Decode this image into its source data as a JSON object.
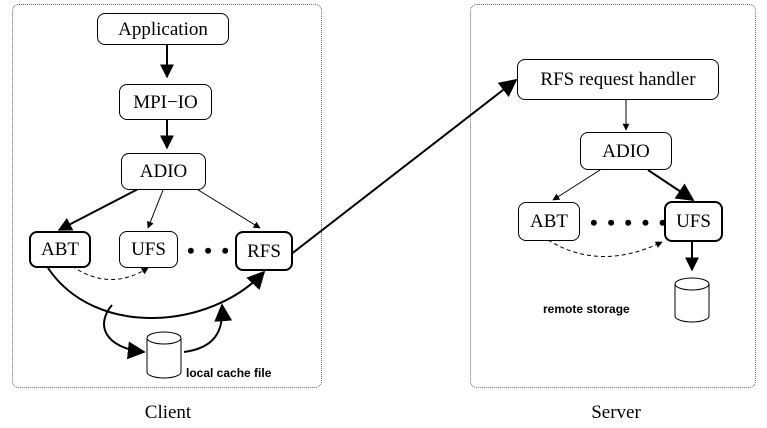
{
  "client": {
    "caption": "Client",
    "application": "Application",
    "mpi_io": "MPI−IO",
    "adio": "ADIO",
    "abt": "ABT",
    "ufs": "UFS",
    "rfs": "RFS",
    "ellipsis": "• • • •",
    "cache_label": "local cache file"
  },
  "server": {
    "caption": "Server",
    "handler": "RFS request handler",
    "adio": "ADIO",
    "abt": "ABT",
    "ufs": "UFS",
    "ellipsis": "• • • • • •",
    "storage_label": "remote storage"
  }
}
